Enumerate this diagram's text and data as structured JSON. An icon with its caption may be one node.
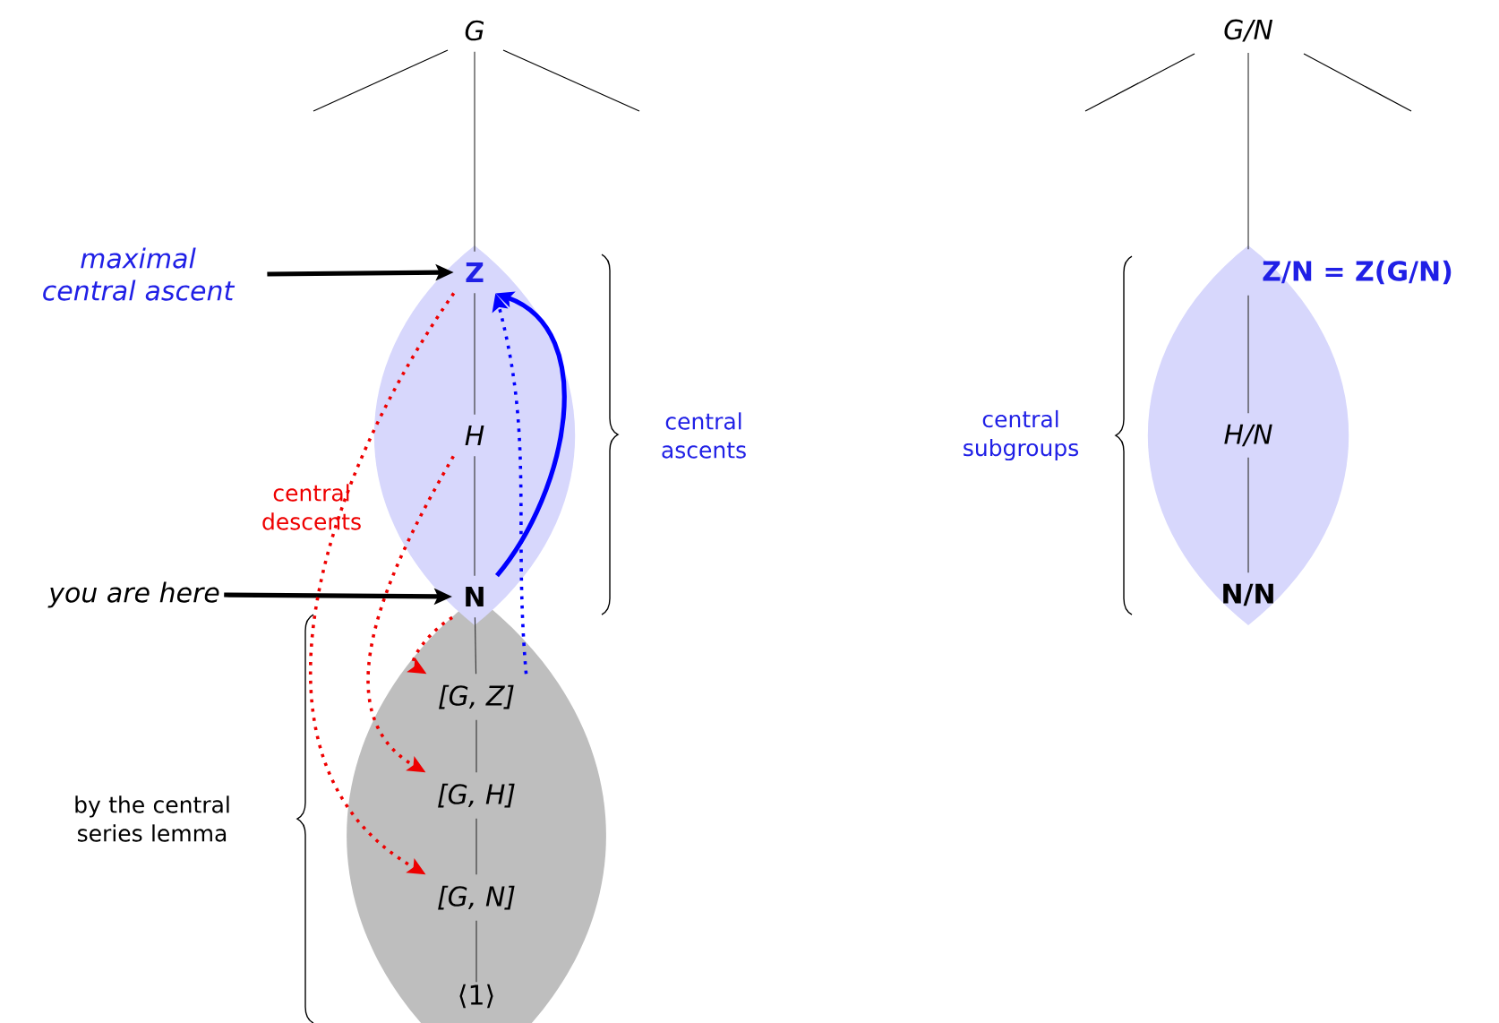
{
  "diagram": {
    "nodes": [
      {
        "text": [
          "G"
        ]
      },
      {
        "text": [
          "Z"
        ]
      },
      {
        "text": [
          "H"
        ]
      },
      {
        "text": [
          "N"
        ]
      },
      {
        "text": [
          "[G, Z]"
        ]
      },
      {
        "text": [
          "[G, H]"
        ]
      },
      {
        "text": [
          "[G, N]"
        ]
      },
      {
        "text": [
          "⟨1⟩"
        ]
      },
      {
        "text": [
          "maximal central ascent"
        ]
      },
      {
        "text": [
          "you are here"
        ]
      },
      {
        "text": [
          "G/N"
        ]
      },
      {
        "text": [
          "Z/N = Z(G/N)"
        ]
      },
      {
        "text": [
          "H/N"
        ]
      },
      {
        "text": [
          "N/N"
        ]
      }
    ],
    "edges": [
      {
        "from": 0,
        "to": 1,
        "arrow": "none"
      },
      {
        "from": 1,
        "to": 2,
        "arrow": "none"
      },
      {
        "from": 2,
        "to": 3,
        "arrow": "none"
      },
      {
        "from": 3,
        "to": 4,
        "arrow": "none"
      },
      {
        "from": 4,
        "to": 5,
        "arrow": "none"
      },
      {
        "from": 5,
        "to": 6,
        "arrow": "none"
      },
      {
        "from": 6,
        "to": 7,
        "arrow": "none"
      },
      {
        "from": 8,
        "to": 1,
        "arrow": "to",
        "style": "thick",
        "color": "#000000"
      },
      {
        "from": 9,
        "to": 3,
        "arrow": "to",
        "style": "thick",
        "color": "#000000"
      },
      {
        "from": 3,
        "to": 1,
        "arrow": "to",
        "style": "thick",
        "color": "#0000ff"
      },
      {
        "from": 4,
        "to": 1,
        "arrow": "to",
        "style": "dashed",
        "color": "#0000ff"
      },
      {
        "from": 1,
        "to": 6,
        "arrow": "to",
        "style": "dashed",
        "color": "#ee0000"
      },
      {
        "from": 2,
        "to": 5,
        "arrow": "to",
        "style": "dashed",
        "color": "#ee0000"
      },
      {
        "from": 3,
        "to": 4,
        "arrow": "to",
        "style": "dashed",
        "color": "#ee0000"
      },
      {
        "from": 10,
        "to": 11,
        "arrow": "none"
      },
      {
        "from": 11,
        "to": 12,
        "arrow": "none"
      },
      {
        "from": 12,
        "to": 13,
        "arrow": "none"
      }
    ],
    "labels": [
      "central ascents",
      "central descents",
      "central subgroups",
      "by the central series lemma"
    ]
  }
}
